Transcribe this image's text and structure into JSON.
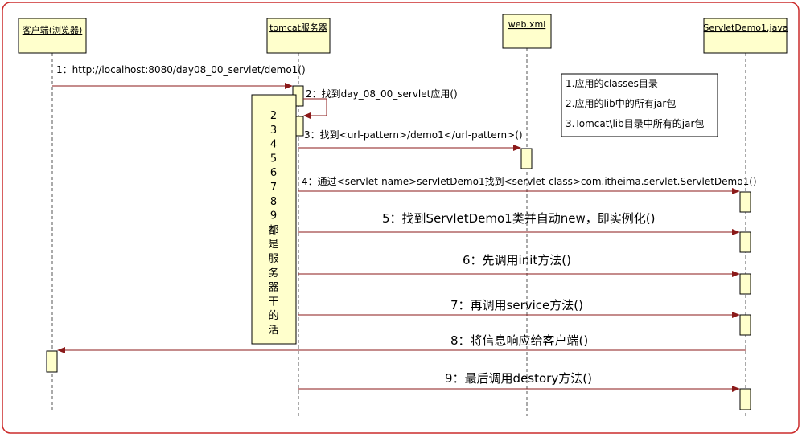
{
  "colors": {
    "border": "#cc2b2b",
    "box_fill": "#ffffcc",
    "message": "#8b1a1a"
  },
  "participants": [
    {
      "name": "客户端(浏览器)"
    },
    {
      "name": "tomcat服务器"
    },
    {
      "name": "web.xml"
    },
    {
      "name": "ServletDemo1.java"
    }
  ],
  "messages": [
    {
      "label": "1：http://localhost:8080/day08_00_servlet/demo1()"
    },
    {
      "label": "2：找到day_08_00_servlet应用()"
    },
    {
      "label": "3：找到<url-pattern>/demo1</url-pattern>()"
    },
    {
      "label": "4：通过<servlet-name>servletDemo1找到<servlet-class>com.itheima.servlet.ServletDemo1()"
    },
    {
      "label": "5：找到ServletDemo1类并自动new，即实例化()"
    },
    {
      "label": "6：先调用init方法()"
    },
    {
      "label": "7：再调用service方法()"
    },
    {
      "label": "8：将信息响应给客户端()"
    },
    {
      "label": "9：最后调用destory方法()"
    }
  ],
  "note_right": {
    "lines": [
      "1.应用的classes目录",
      "2.应用的lib中的所有jar包",
      "3.Tomcat\\lib目录中所有的jar包"
    ]
  },
  "note_left": {
    "chars": [
      "2",
      "3",
      "4",
      "5",
      "6",
      "7",
      "8",
      "9",
      "都",
      "是",
      "服",
      "务",
      "器",
      "干",
      "的",
      "活"
    ]
  }
}
